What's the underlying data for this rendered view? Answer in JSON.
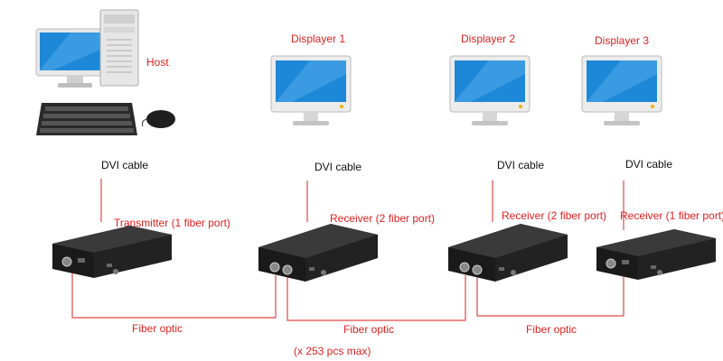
{
  "labels": {
    "host": "Host",
    "displayer_1": "Displayer 1",
    "displayer_2": "Displayer 2",
    "displayer_3": "Displayer 3",
    "dvi_cable": "DVI cable",
    "transmitter": "Transmitter (1 fiber port)",
    "receiver_2_port": "Receiver (2 fiber port)",
    "receiver_1_port": "Receiver (1 fiber port)",
    "fiber_optic": "Fiber optic",
    "max_note": "(x 253 pcs max)"
  },
  "colors": {
    "label_red": "#e02020",
    "wire_red": "#e04848",
    "device_body": "#1c1c1c",
    "screen_blue": "#1e88d8"
  },
  "icons": {
    "computer": "desktop-monitor-icon",
    "tower": "pc-tower-icon",
    "keyboard": "keyboard-icon",
    "mouse": "mouse-icon",
    "device": "fiber-extender-box-icon"
  }
}
